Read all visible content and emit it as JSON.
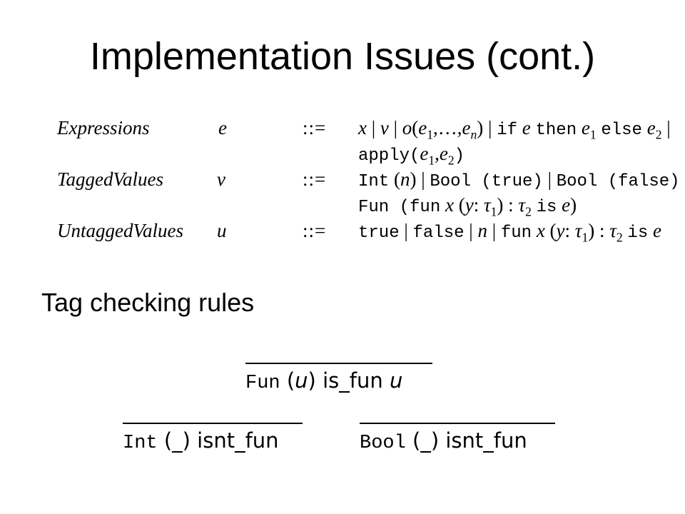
{
  "slide": {
    "title": "Implementation Issues (cont.)",
    "subtitle": "Tag checking rules"
  },
  "grammar": {
    "rows": [
      {
        "name": "Expressions",
        "var": "e",
        "def": "::=",
        "rhs": "x | v | o(e1,...,en) | if e then e1 else e2 |"
      },
      {
        "name": "",
        "var": "",
        "def": "",
        "rhs": "apply(e1,e2)"
      },
      {
        "name": "TaggedValues",
        "var": "v",
        "def": "::=",
        "rhs": "Int(n) | Bool(true) | Bool(false) |"
      },
      {
        "name": "",
        "var": "",
        "def": "",
        "rhs": "Fun(fun x (y:τ1):τ2 is e)"
      },
      {
        "name": "UntaggedValues",
        "var": "u",
        "def": "::=",
        "rhs": "true | false | n | fun x (y:τ1):τ2 is e"
      }
    ]
  },
  "rules": [
    {
      "conclusion": "Fun (u) is_fun u"
    },
    {
      "conclusion": "Int (_) isnt_fun"
    },
    {
      "conclusion": "Bool (_) isnt_fun"
    }
  ]
}
